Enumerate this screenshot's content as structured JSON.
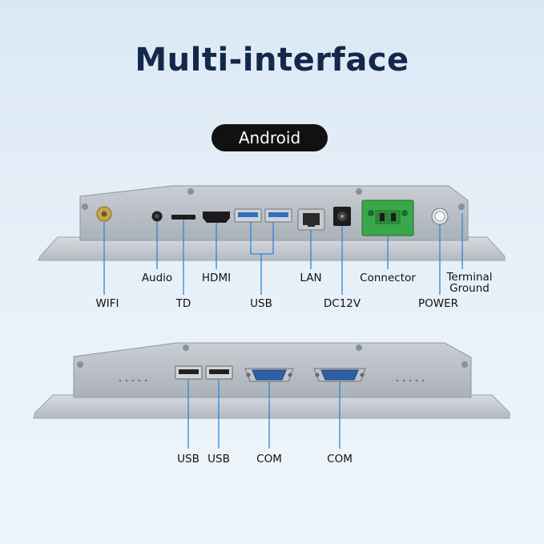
{
  "title": "Multi-interface",
  "os_badge": "Android",
  "top_panel": {
    "labels": {
      "wifi": "WIFI",
      "audio": "Audio",
      "td": "TD",
      "hdmi": "HDMI",
      "usb": "USB",
      "lan": "LAN",
      "dc12v": "DC12V",
      "connector": "Connector",
      "power": "POWER",
      "terminal_ground_line1": "Terminal",
      "terminal_ground_line2": "Ground"
    }
  },
  "bottom_panel": {
    "labels": {
      "usb_1": "USB",
      "usb_2": "USB",
      "com_1": "COM",
      "com_2": "COM"
    }
  },
  "colors": {
    "leader_line": "#2f86d6",
    "title": "#14284b",
    "connector_green": "#3aa84a",
    "usb3_blue": "#2f6fc4"
  }
}
